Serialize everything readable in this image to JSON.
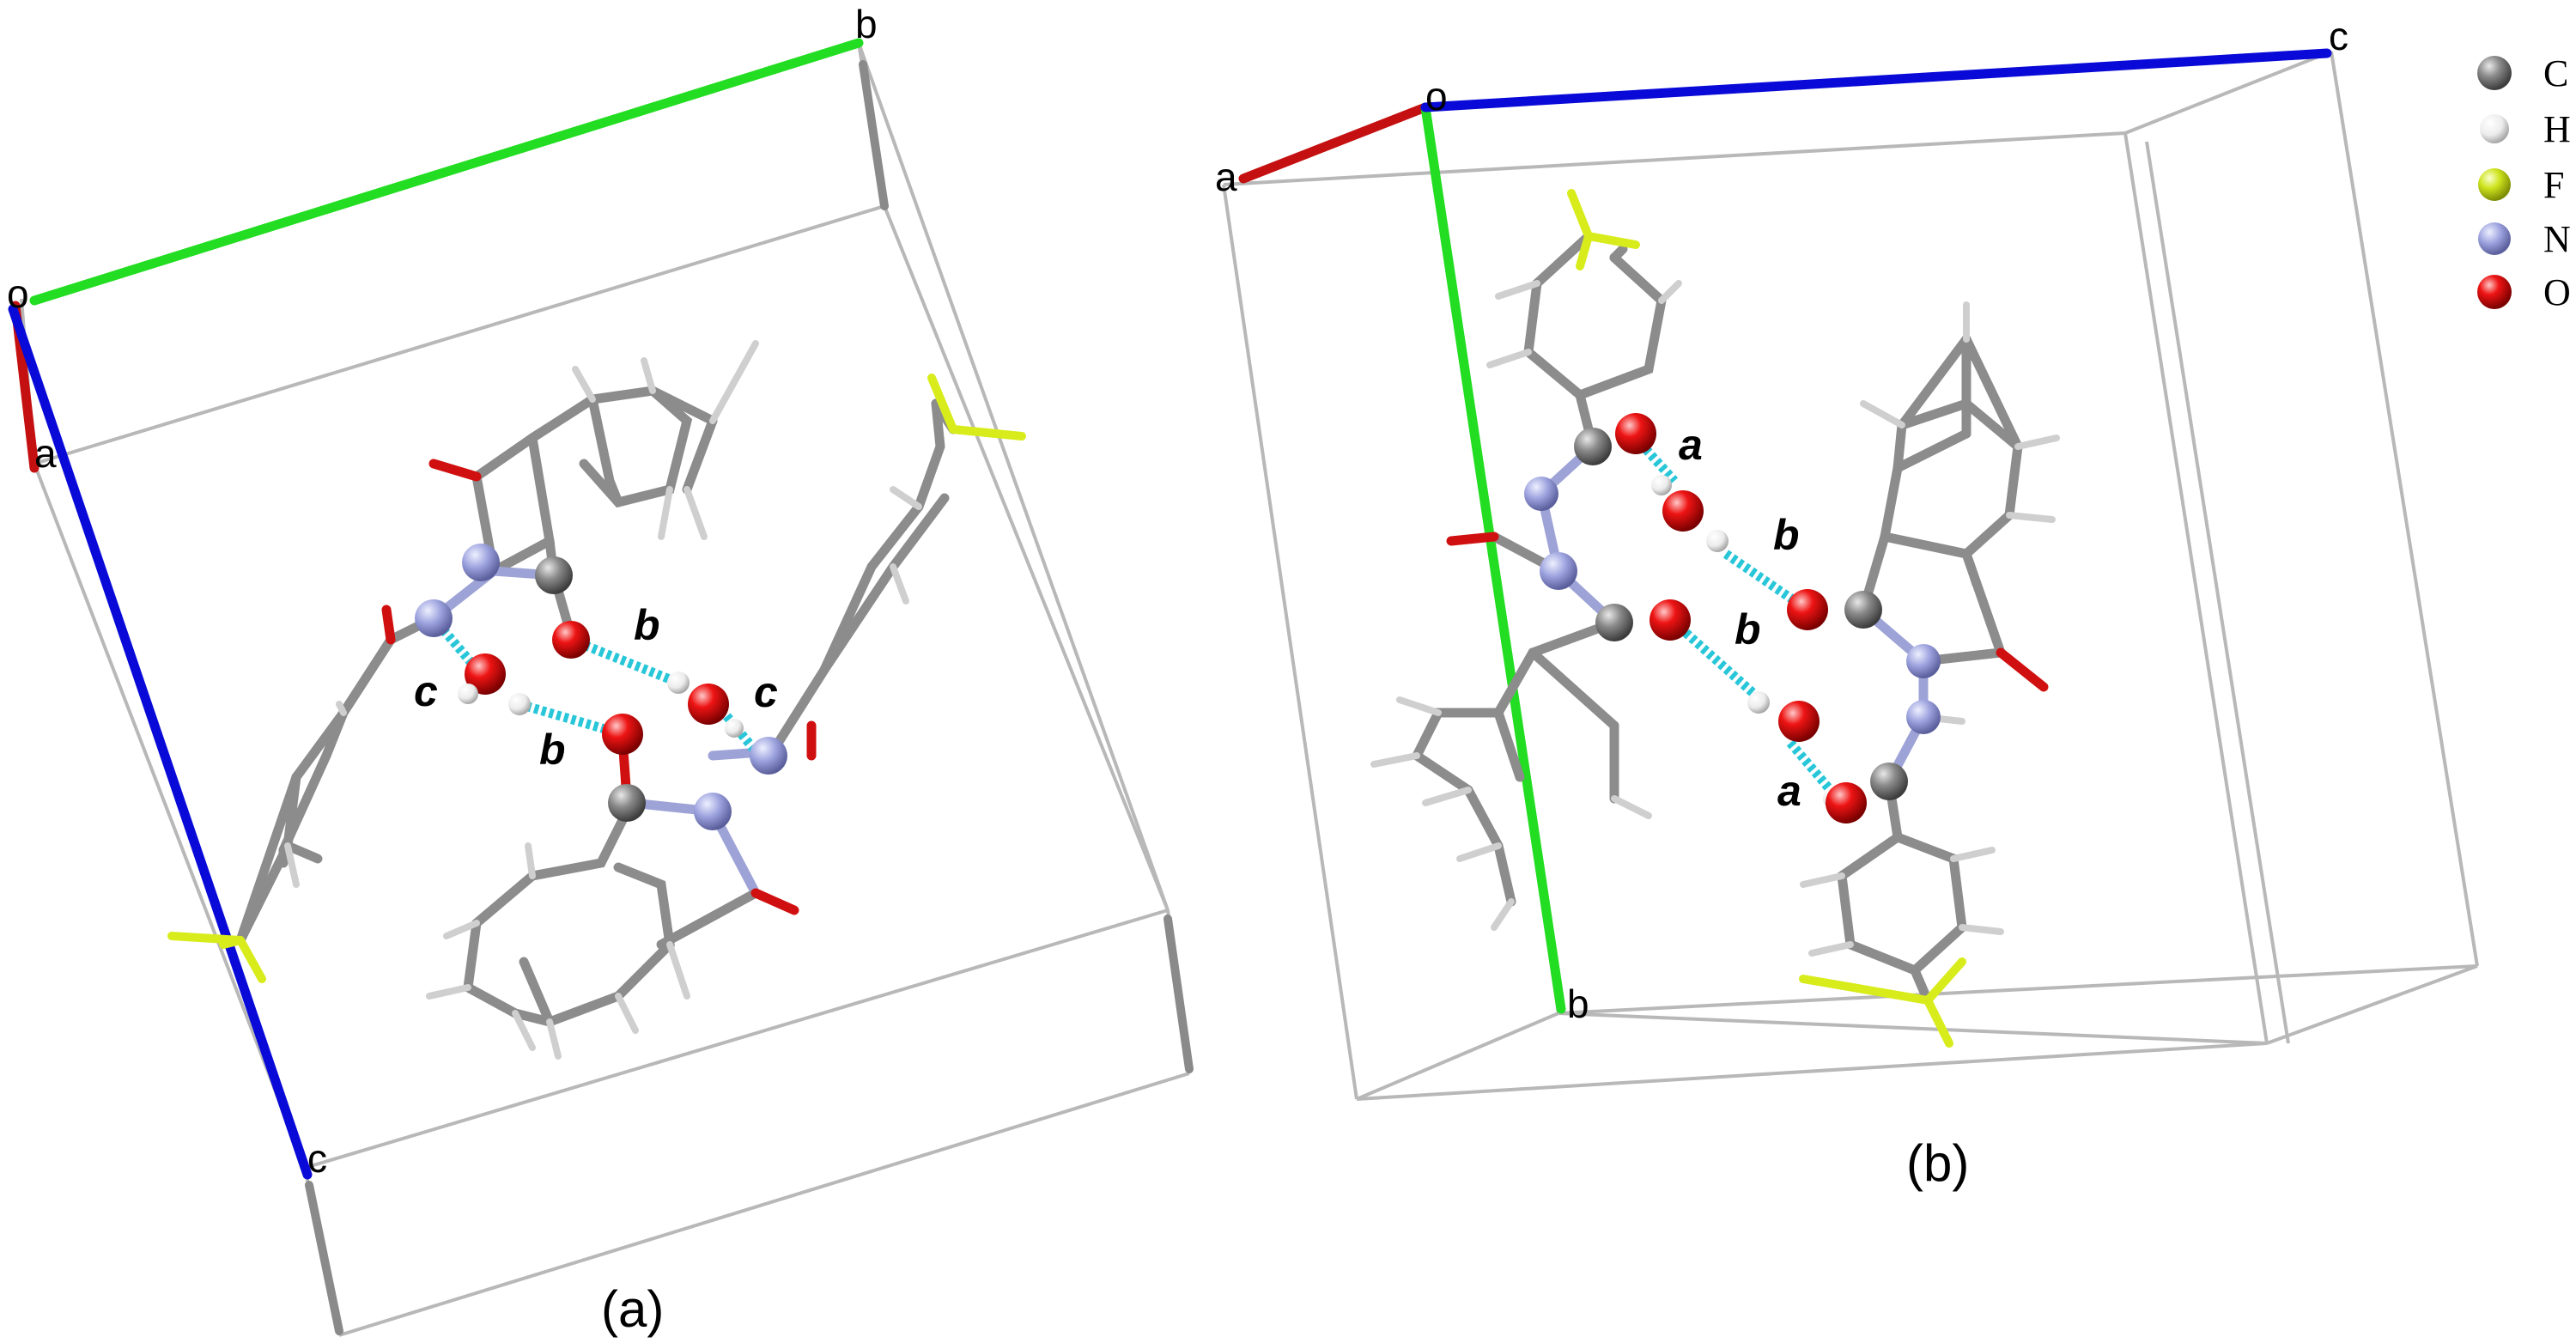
{
  "panel_a": {
    "caption": "(a)",
    "axes": {
      "origin": "o",
      "a": "a",
      "b": "b",
      "c": "c"
    },
    "hbond_labels": [
      "b",
      "b",
      "c",
      "c"
    ]
  },
  "panel_b": {
    "caption": "(b)",
    "axes": {
      "origin": "o",
      "a": "a",
      "b": "b",
      "c": "c"
    },
    "hbond_labels": [
      "a",
      "a",
      "b",
      "b"
    ]
  },
  "legend": [
    {
      "symbol": "C",
      "color": "#7a7a7a"
    },
    {
      "symbol": "H",
      "color": "#f2f2f2"
    },
    {
      "symbol": "F",
      "color": "#c8e01a"
    },
    {
      "symbol": "N",
      "color": "#9aa0dc"
    },
    {
      "symbol": "O",
      "color": "#e01010"
    }
  ],
  "colors": {
    "axis_a": "#c41010",
    "axis_b": "#22dd22",
    "axis_c": "#0a0ad8",
    "hbond": "#27c6d8"
  }
}
